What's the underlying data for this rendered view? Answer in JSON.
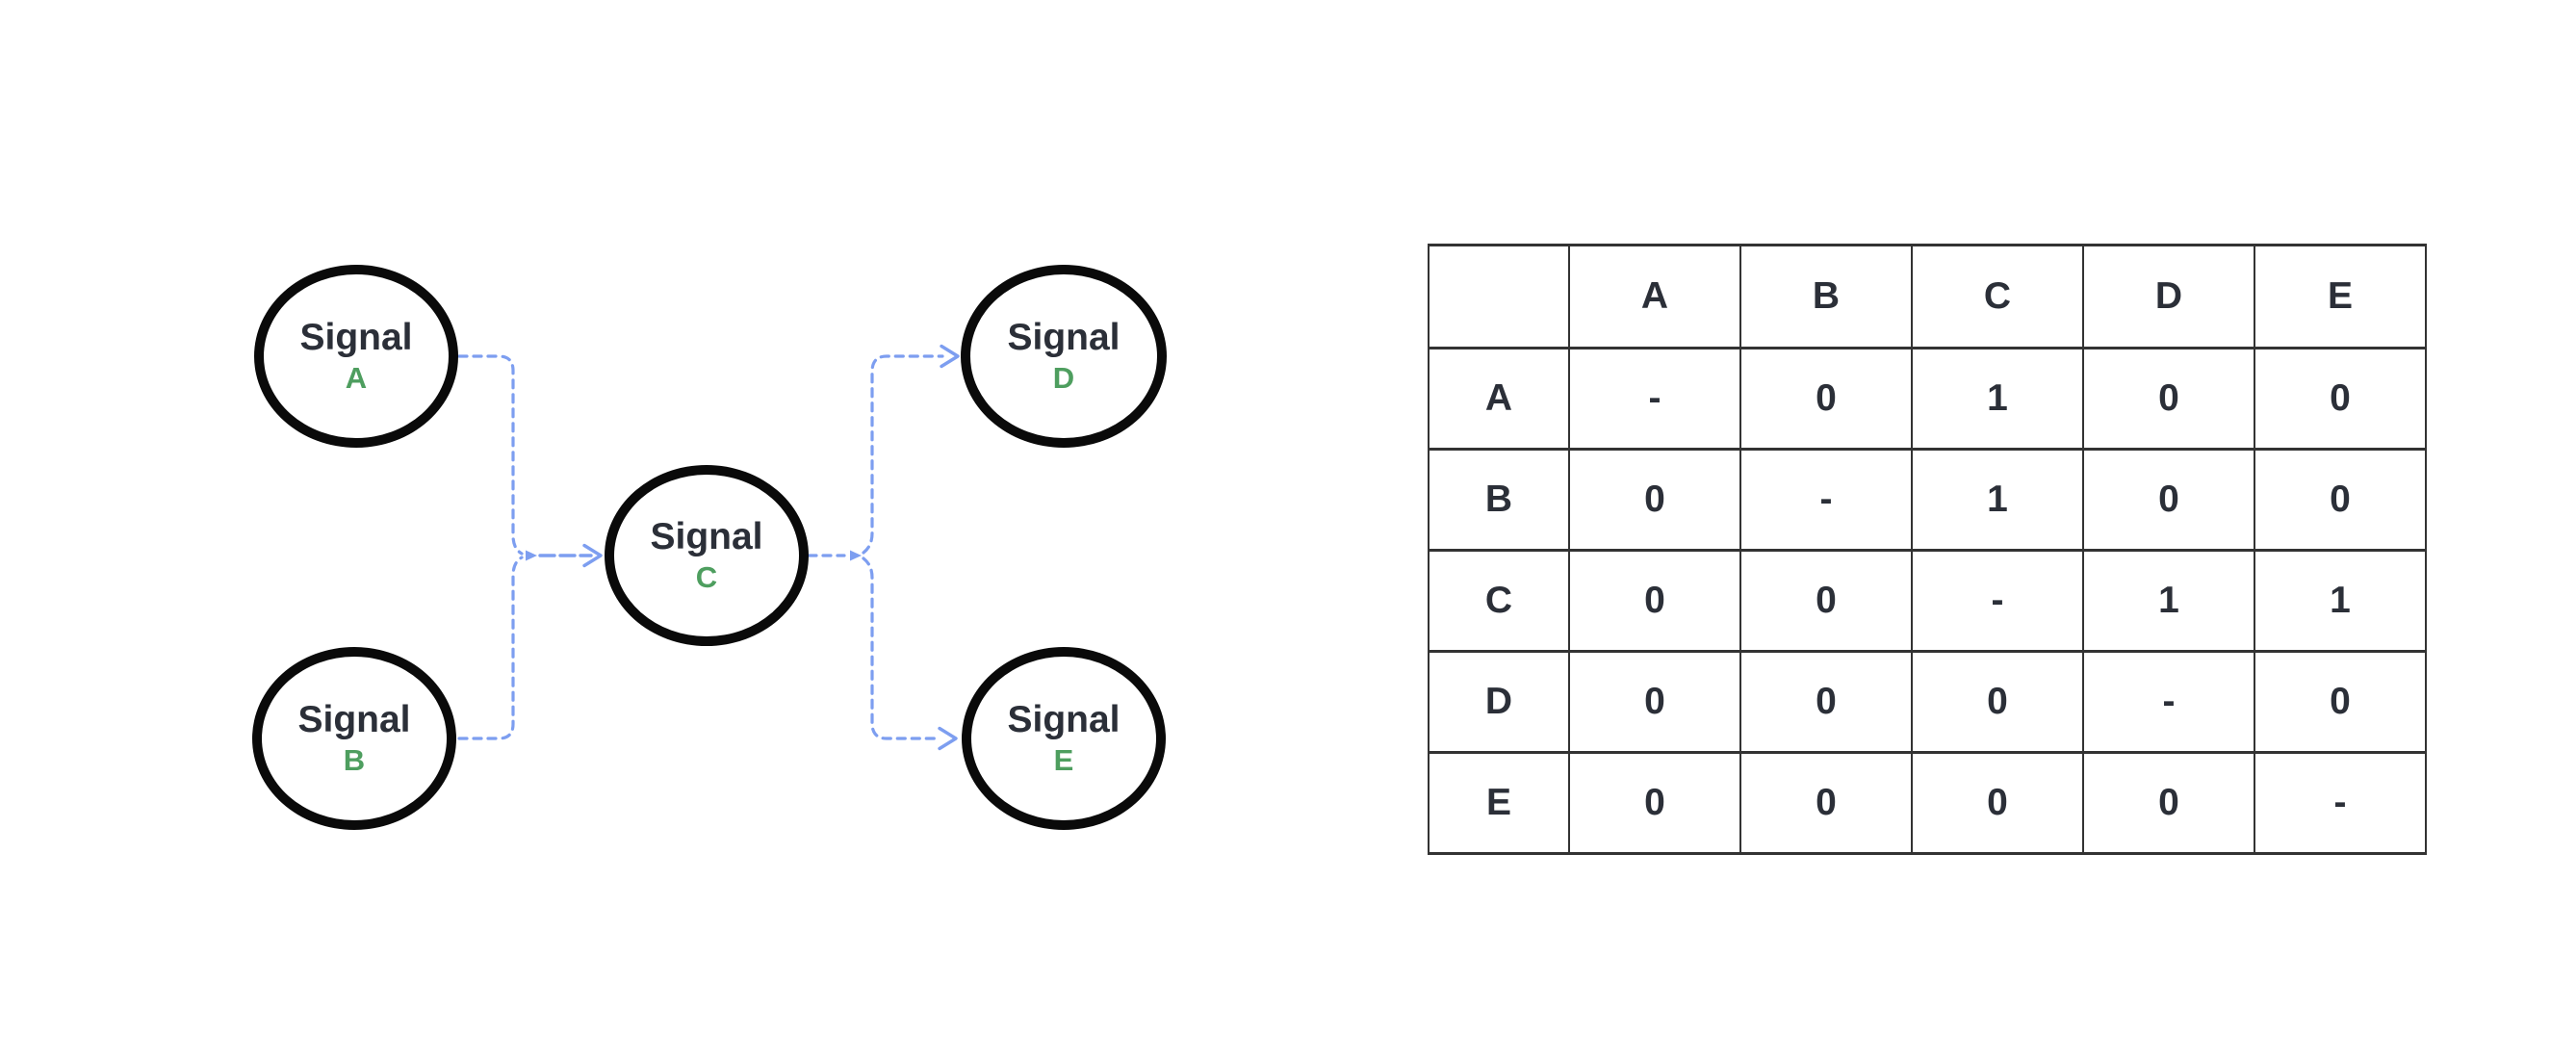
{
  "theme": {
    "background": "#ffffff",
    "edge-color": "#7d9ef0",
    "node-border-color": "#0a0a0a",
    "text-color": "#2b2f38",
    "letter-color": "#4e9e5f",
    "table-border-color": "#333333"
  },
  "diagram": {
    "nodes": [
      {
        "id": "A",
        "title": "Signal",
        "letter": "A"
      },
      {
        "id": "B",
        "title": "Signal",
        "letter": "B"
      },
      {
        "id": "C",
        "title": "Signal",
        "letter": "C"
      },
      {
        "id": "D",
        "title": "Signal",
        "letter": "D"
      },
      {
        "id": "E",
        "title": "Signal",
        "letter": "E"
      }
    ],
    "edges": [
      {
        "from": "A",
        "to": "C",
        "style": "dashed-arrow"
      },
      {
        "from": "B",
        "to": "C",
        "style": "dashed-arrow"
      },
      {
        "from": "C",
        "to": "D",
        "style": "dashed-arrow"
      },
      {
        "from": "C",
        "to": "E",
        "style": "dashed-arrow"
      }
    ]
  },
  "table": {
    "corner": "",
    "headers": [
      "A",
      "B",
      "C",
      "D",
      "E"
    ],
    "rows": [
      {
        "label": "A",
        "values": [
          "-",
          "0",
          "1",
          "0",
          "0"
        ]
      },
      {
        "label": "B",
        "values": [
          "0",
          "-",
          "1",
          "0",
          "0"
        ]
      },
      {
        "label": "C",
        "values": [
          "0",
          "0",
          "-",
          "1",
          "1"
        ]
      },
      {
        "label": "D",
        "values": [
          "0",
          "0",
          "0",
          "-",
          "0"
        ]
      },
      {
        "label": "E",
        "values": [
          "0",
          "0",
          "0",
          "0",
          "-"
        ]
      }
    ]
  }
}
